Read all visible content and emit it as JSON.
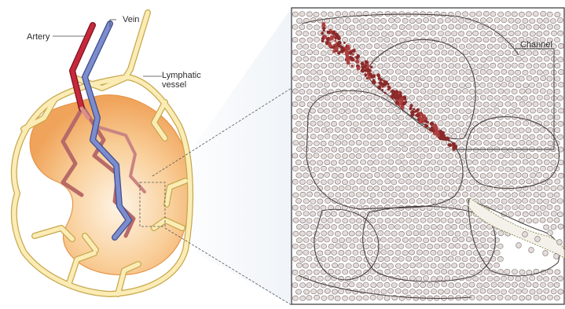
{
  "labels": {
    "artery": "Artery",
    "vein": "Vein",
    "lymphatic_vessel": "Lymphatic\nvessel",
    "channel": "Channel"
  },
  "colors": {
    "organ_fill": "#f4b06a",
    "organ_highlight": "#fde6cc",
    "artery": "#c0283a",
    "artery_light": "#c97c7a",
    "vein": "#6f7fc4",
    "lymph": "#f6e3a4",
    "lymph_outline": "#c8a94a",
    "cell": "#e3dcda",
    "cell_outline": "#7a6e6c",
    "blood": "#8b2a2a"
  }
}
